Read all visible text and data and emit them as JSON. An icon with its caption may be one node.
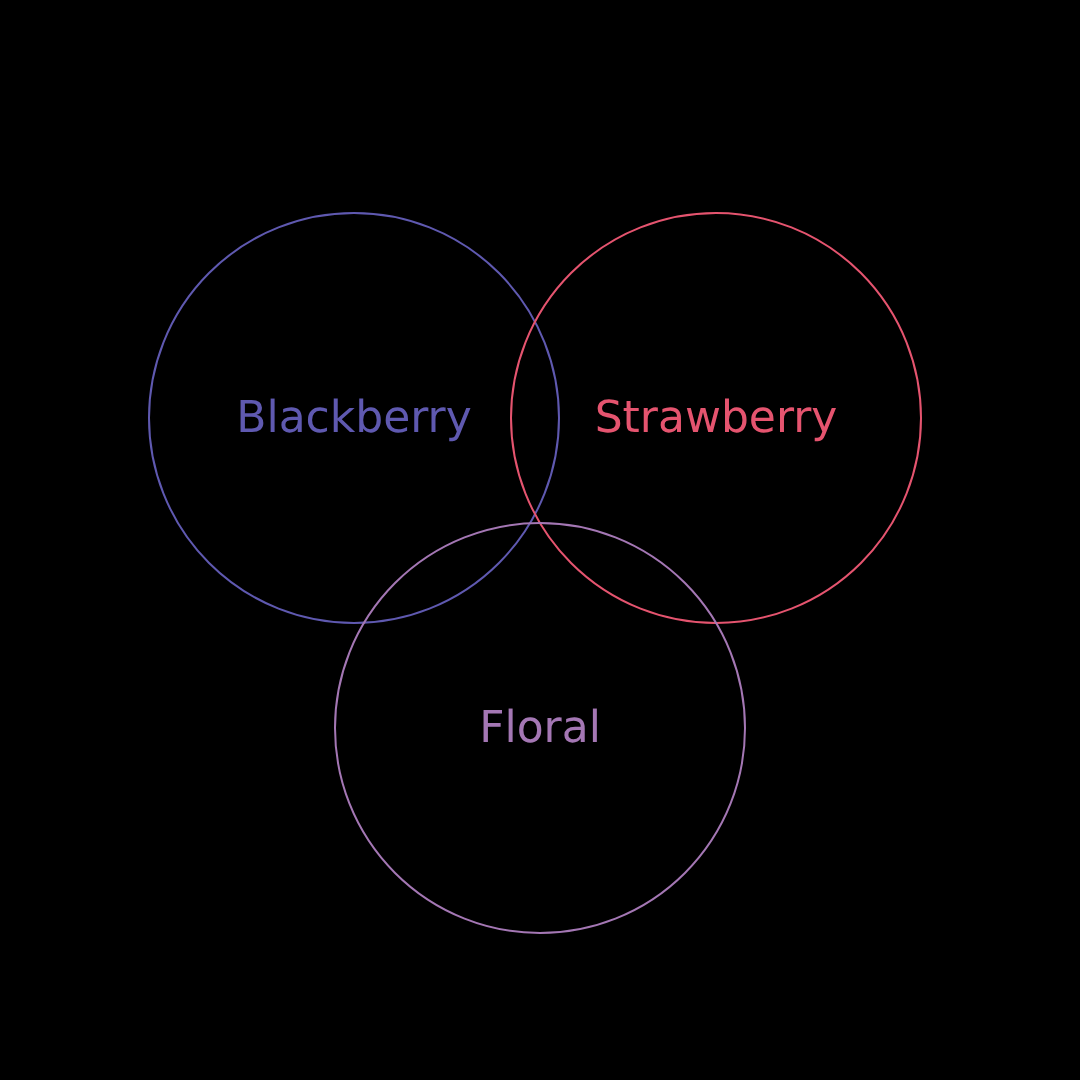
{
  "diagram": {
    "nodes": [
      {
        "text": [
          "Blackberry"
        ]
      },
      {
        "text": [
          "Strawberry"
        ]
      },
      {
        "text": [
          "Floral"
        ]
      }
    ]
  }
}
